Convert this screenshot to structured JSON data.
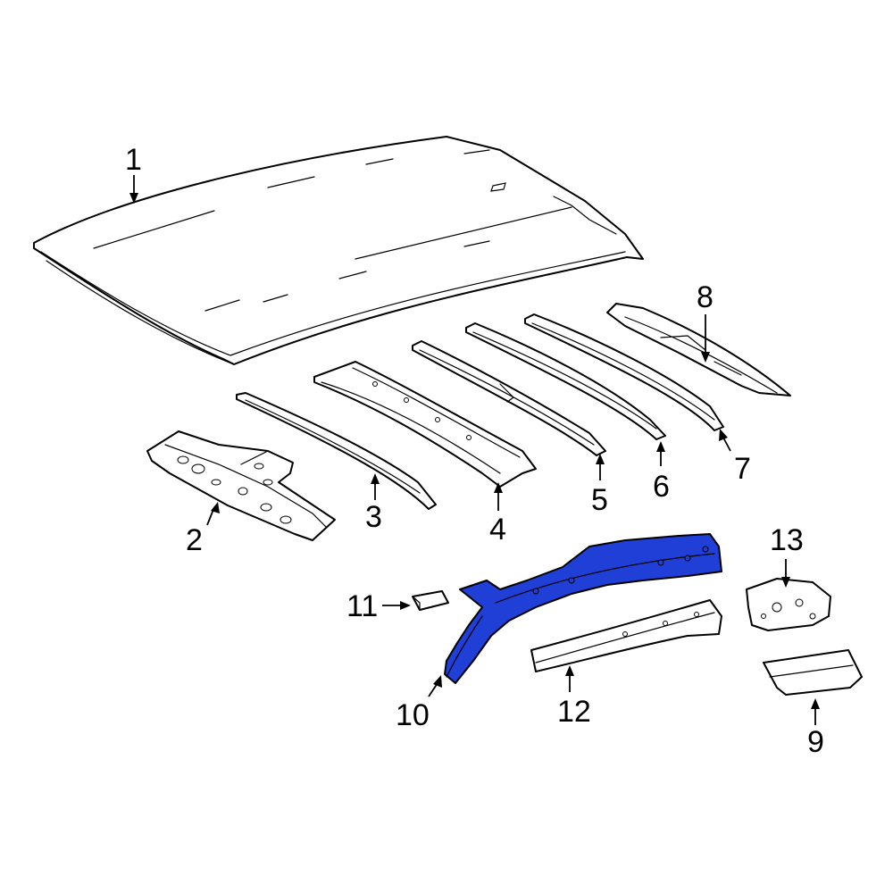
{
  "callouts": [
    {
      "id": "1",
      "label": "1"
    },
    {
      "id": "2",
      "label": "2"
    },
    {
      "id": "3",
      "label": "3"
    },
    {
      "id": "4",
      "label": "4"
    },
    {
      "id": "5",
      "label": "5"
    },
    {
      "id": "6",
      "label": "6"
    },
    {
      "id": "7",
      "label": "7"
    },
    {
      "id": "8",
      "label": "8"
    },
    {
      "id": "9",
      "label": "9"
    },
    {
      "id": "10",
      "label": "10"
    },
    {
      "id": "11",
      "label": "11"
    },
    {
      "id": "12",
      "label": "12"
    },
    {
      "id": "13",
      "label": "13"
    }
  ],
  "colors": {
    "highlight": "#1f3fd6",
    "line": "#000000",
    "background": "#ffffff"
  }
}
